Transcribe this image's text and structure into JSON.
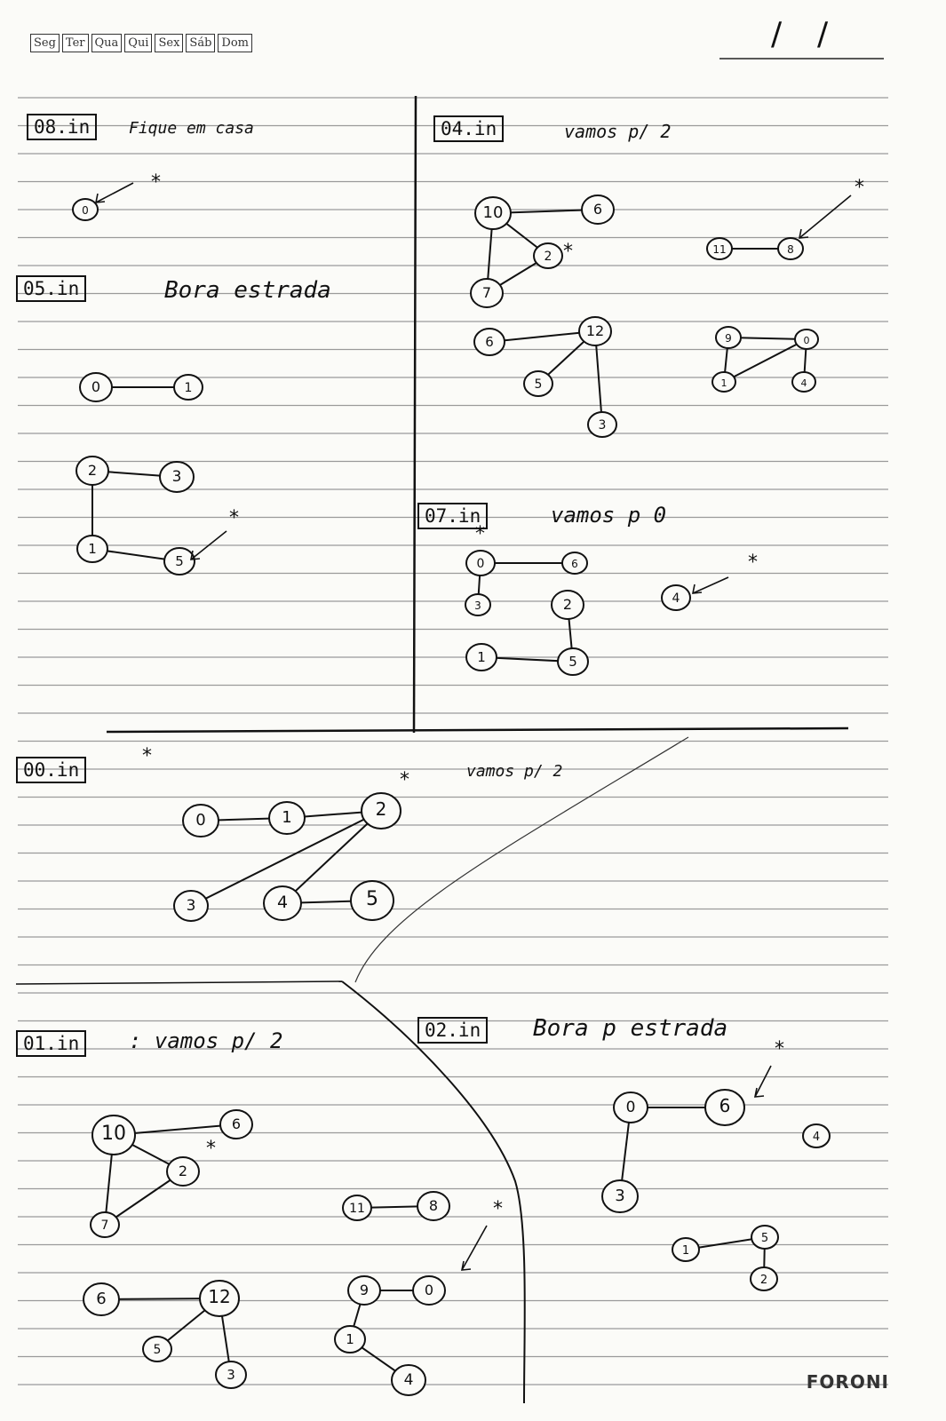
{
  "weekdays": [
    "Seg",
    "Ter",
    "Qua",
    "Qui",
    "Sex",
    "Sáb",
    "Dom"
  ],
  "date_separators": [
    "/",
    "/"
  ],
  "brand": "FORONI",
  "sections": {
    "s08": {
      "label": "08.in",
      "caption": "Fique em casa",
      "star": "*"
    },
    "s04": {
      "label": "04.in",
      "caption": "vamos p/ 2",
      "star": "*"
    },
    "s05": {
      "label": "05.in",
      "caption": "Bora estrada",
      "star": "*"
    },
    "s07": {
      "label": "07.in",
      "caption": "vamos p 0",
      "star": "*"
    },
    "s00": {
      "label": "00.in",
      "caption": "vamos p/ 2",
      "star": "*"
    },
    "s01": {
      "label": "01.in",
      "caption": ": vamos p/ 2",
      "star": "*"
    },
    "s02": {
      "label": "02.in",
      "caption": "Bora p estrada",
      "star": "*"
    }
  },
  "graph_nodes": [
    "0",
    "10",
    "6",
    "2",
    "7",
    "11",
    "8",
    "6",
    "12",
    "5",
    "3",
    "9",
    "0",
    "1",
    "4",
    "0",
    "1",
    "2",
    "3",
    "1",
    "5",
    "0",
    "6",
    "3",
    "2",
    "1",
    "5",
    "4",
    "0",
    "1",
    "2",
    "3",
    "4",
    "5",
    "10",
    "6",
    "2",
    "7",
    "11",
    "8",
    "6",
    "12",
    "5",
    "3",
    "9",
    "0",
    "1",
    "4",
    "0",
    "6",
    "4",
    "3",
    "1",
    "5",
    "2"
  ]
}
